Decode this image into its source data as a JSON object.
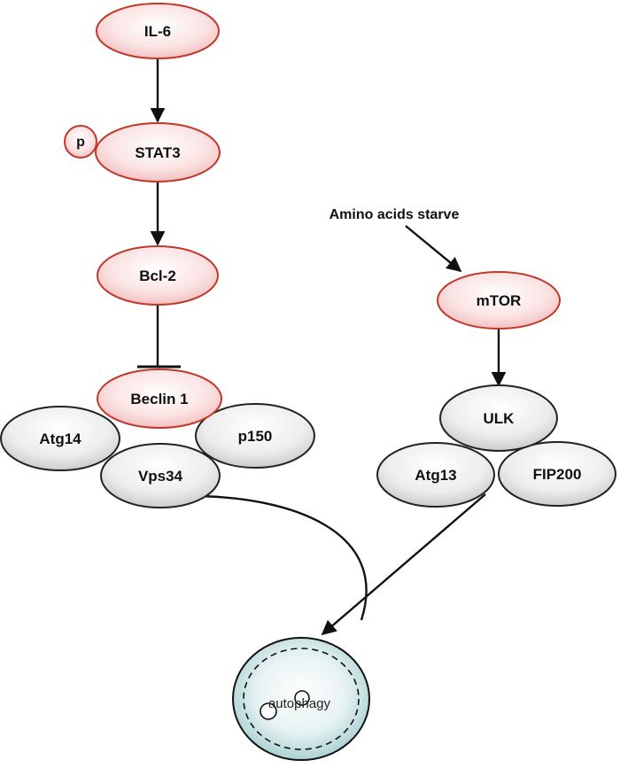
{
  "colors": {
    "red_outline": "#c0392b",
    "gray_outline": "#222222",
    "arrow": "#111111",
    "cell_fill": "#cfe6e6"
  },
  "nodes": {
    "il6": "IL-6",
    "p": "p",
    "stat3": "STAT3",
    "bcl2": "Bcl-2",
    "beclin1": "Beclin 1",
    "atg14": "Atg14",
    "p150": "p150",
    "vps34": "Vps34",
    "mtor": "mTOR",
    "ulk": "ULK",
    "atg13": "Atg13",
    "fip200": "FIP200"
  },
  "labels": {
    "amino_acids": "Amino acids starve",
    "autophagy": "autophagy"
  }
}
